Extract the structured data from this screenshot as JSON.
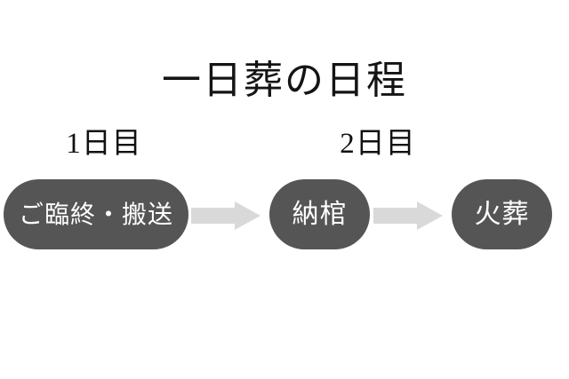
{
  "diagram": {
    "title": "一日葬の日程",
    "background_color": "#ffffff",
    "pill_color": "#555555",
    "pill_text_color": "#ffffff",
    "arrow_color": "#d9d9d9",
    "title_color": "#141414",
    "day_groups": [
      {
        "label": "1日目"
      },
      {
        "label": "2日目"
      }
    ],
    "steps": [
      {
        "label": "ご臨終・搬送",
        "day": "1日目",
        "order": 1
      },
      {
        "label": "納棺",
        "day": "2日目",
        "order": 2
      },
      {
        "label": "火葬",
        "day": "2日目",
        "order": 3
      }
    ],
    "connectors": [
      {
        "name": "arrow-right-icon",
        "from": "ご臨終・搬送",
        "to": "納棺"
      },
      {
        "name": "arrow-right-icon",
        "from": "納棺",
        "to": "火葬"
      }
    ]
  }
}
